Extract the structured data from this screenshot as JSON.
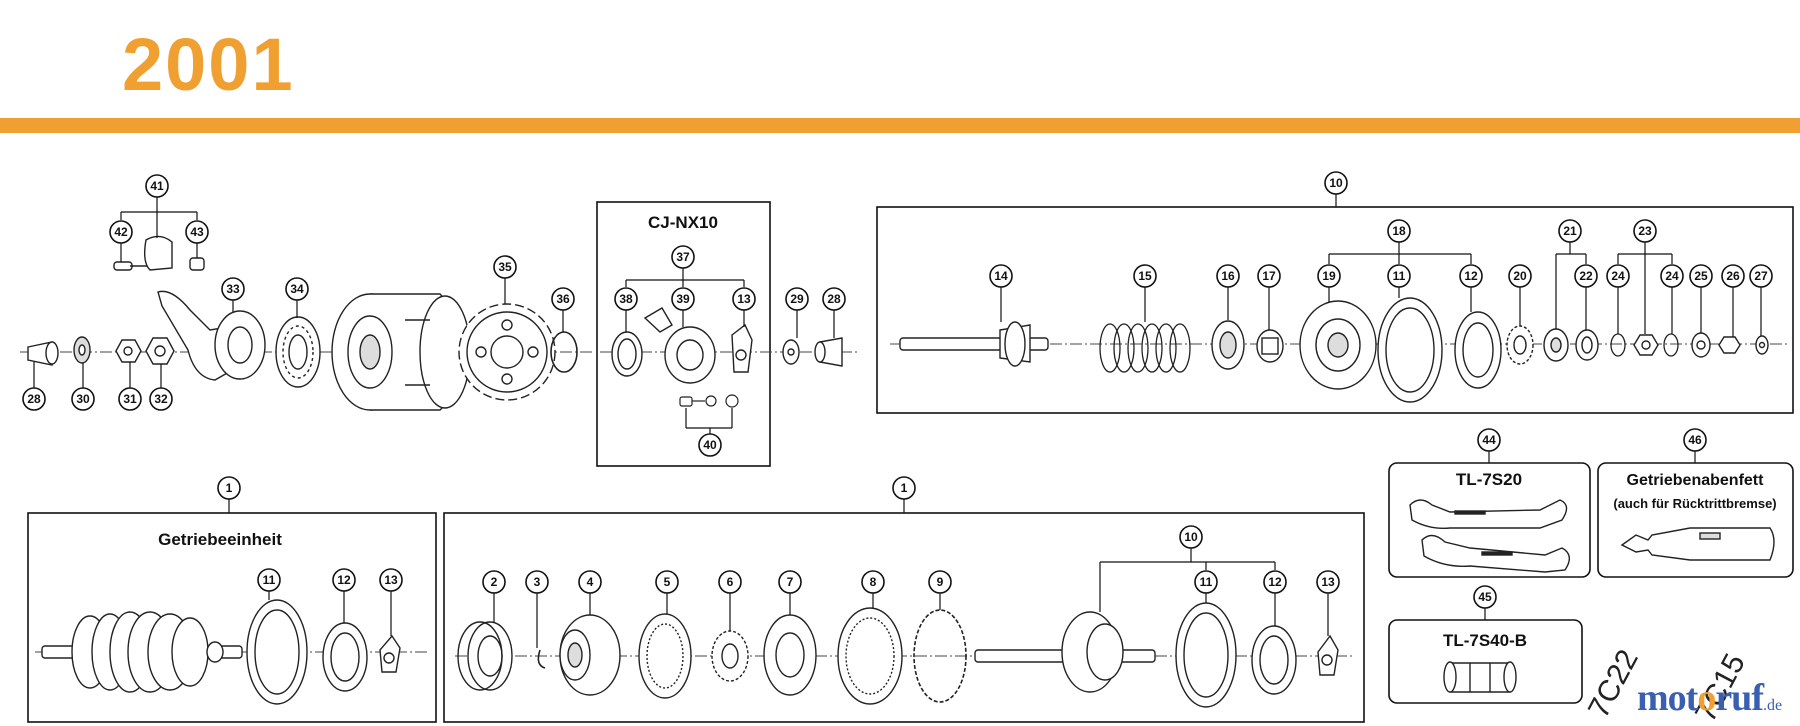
{
  "header": {
    "year": "2001",
    "accent": "#f0a030"
  },
  "boxes": {
    "cj": "CJ-NX10",
    "getriebe": "Getriebeeinheit",
    "tl20": "TL-7S20",
    "tl40": "TL-7S40-B",
    "fett1": "Getriebenabenfett",
    "fett2": "(auch für Rücktrittbremse)"
  },
  "callouts": {
    "c41": "41",
    "c42": "42",
    "c43": "43",
    "c33": "33",
    "c34": "34",
    "c35": "35",
    "c36": "36",
    "c28a": "28",
    "c30": "30",
    "c31": "31",
    "c32": "32",
    "c37": "37",
    "c38": "38",
    "c39": "39",
    "c13a": "13",
    "c40": "40",
    "c29": "29",
    "c28b": "28",
    "c10a": "10",
    "c14": "14",
    "c15": "15",
    "c16": "16",
    "c17": "17",
    "c18": "18",
    "c19": "19",
    "c11a": "11",
    "c12a": "12",
    "c20": "20",
    "c21": "21",
    "c22": "22",
    "c23": "23",
    "c24a": "24",
    "c24b": "24",
    "c25": "25",
    "c26": "26",
    "c27": "27",
    "c44": "44",
    "c45": "45",
    "c46": "46",
    "c1a": "1",
    "c11b": "11",
    "c12b": "12",
    "c13b": "13",
    "c1b": "1",
    "c2": "2",
    "c3": "3",
    "c4": "4",
    "c5": "5",
    "c6": "6",
    "c7": "7",
    "c8": "8",
    "c9": "9",
    "c10b": "10",
    "c11c": "11",
    "c12c": "12",
    "c13c": "13"
  },
  "watermark": {
    "a": "7C22",
    "b": "7C15"
  },
  "logo": {
    "part1": "mot",
    "part2": "o",
    "part3": "ruf",
    "tld": ".de"
  }
}
